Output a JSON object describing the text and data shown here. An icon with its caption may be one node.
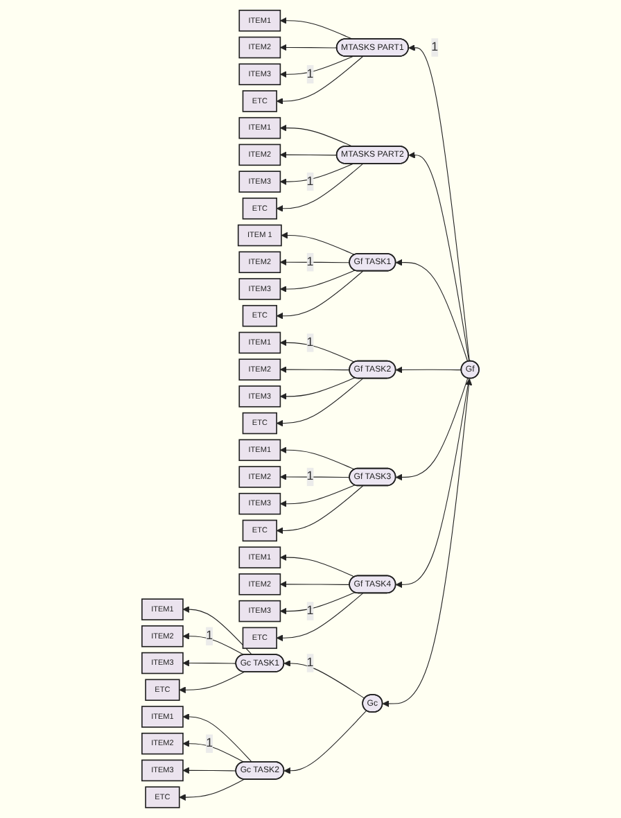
{
  "diagram": {
    "nodes": [
      {
        "text": [
          "MTASKS PART1"
        ]
      },
      {
        "text": [
          "ITEM1"
        ]
      },
      {
        "text": [
          "ITEM2"
        ]
      },
      {
        "text": [
          "ITEM3"
        ]
      },
      {
        "text": [
          "ETC"
        ]
      },
      {
        "text": [
          "MTASKS PART2"
        ]
      },
      {
        "text": [
          "ITEM1"
        ]
      },
      {
        "text": [
          "ITEM2"
        ]
      },
      {
        "text": [
          "ITEM3"
        ]
      },
      {
        "text": [
          "ETC"
        ]
      },
      {
        "text": [
          "Gf TASK1"
        ]
      },
      {
        "text": [
          "ITEM 1"
        ]
      },
      {
        "text": [
          "ITEM2"
        ]
      },
      {
        "text": [
          "ITEM3"
        ]
      },
      {
        "text": [
          "ETC"
        ]
      },
      {
        "text": [
          "Gf TASK2"
        ]
      },
      {
        "text": [
          "ITEM1"
        ]
      },
      {
        "text": [
          "ITEM2"
        ]
      },
      {
        "text": [
          "ITEM3"
        ]
      },
      {
        "text": [
          "ETC"
        ]
      },
      {
        "text": [
          "Gf TASK3"
        ]
      },
      {
        "text": [
          "ITEM1"
        ]
      },
      {
        "text": [
          "ITEM2"
        ]
      },
      {
        "text": [
          "ITEM3"
        ]
      },
      {
        "text": [
          "ETC"
        ]
      },
      {
        "text": [
          "Gf TASK4"
        ]
      },
      {
        "text": [
          "ITEM1"
        ]
      },
      {
        "text": [
          "ITEM2"
        ]
      },
      {
        "text": [
          "ITEM3"
        ]
      },
      {
        "text": [
          "ETC"
        ]
      },
      {
        "text": [
          "Gc TASK1"
        ]
      },
      {
        "text": [
          "ITEM1"
        ]
      },
      {
        "text": [
          "ITEM2"
        ]
      },
      {
        "text": [
          "ITEM3"
        ]
      },
      {
        "text": [
          "ETC"
        ]
      },
      {
        "text": [
          "Gc TASK2"
        ]
      },
      {
        "text": [
          "ITEM1"
        ]
      },
      {
        "text": [
          "ITEM2"
        ]
      },
      {
        "text": [
          "ITEM3"
        ]
      },
      {
        "text": [
          "ETC"
        ]
      },
      {
        "text": [
          "Gf"
        ]
      },
      {
        "text": [
          "Gc"
        ]
      }
    ],
    "edges": [
      {
        "from": 40,
        "to": 0,
        "arrow": "to",
        "label": "1"
      },
      {
        "from": 40,
        "to": 5,
        "arrow": "to"
      },
      {
        "from": 40,
        "to": 10,
        "arrow": "to"
      },
      {
        "from": 40,
        "to": 15,
        "arrow": "to"
      },
      {
        "from": 40,
        "to": 20,
        "arrow": "to"
      },
      {
        "from": 40,
        "to": 25,
        "arrow": "to"
      },
      {
        "from": 41,
        "to": 30,
        "arrow": "to",
        "label": "1"
      },
      {
        "from": 41,
        "to": 35,
        "arrow": "to"
      },
      {
        "from": 40,
        "to": 41,
        "arrow": "both"
      },
      {
        "from": 0,
        "to": 1,
        "arrow": "to"
      },
      {
        "from": 0,
        "to": 2,
        "arrow": "to"
      },
      {
        "from": 0,
        "to": 3,
        "arrow": "to",
        "label": "1"
      },
      {
        "from": 0,
        "to": 4,
        "arrow": "to"
      },
      {
        "from": 5,
        "to": 6,
        "arrow": "to"
      },
      {
        "from": 5,
        "to": 7,
        "arrow": "to"
      },
      {
        "from": 5,
        "to": 8,
        "arrow": "to",
        "label": "1"
      },
      {
        "from": 5,
        "to": 9,
        "arrow": "to"
      },
      {
        "from": 10,
        "to": 11,
        "arrow": "to"
      },
      {
        "from": 10,
        "to": 12,
        "arrow": "to",
        "label": "1"
      },
      {
        "from": 10,
        "to": 13,
        "arrow": "to"
      },
      {
        "from": 10,
        "to": 14,
        "arrow": "to"
      },
      {
        "from": 15,
        "to": 16,
        "arrow": "to",
        "label": "1"
      },
      {
        "from": 15,
        "to": 17,
        "arrow": "to"
      },
      {
        "from": 15,
        "to": 18,
        "arrow": "to"
      },
      {
        "from": 15,
        "to": 19,
        "arrow": "to"
      },
      {
        "from": 20,
        "to": 21,
        "arrow": "to"
      },
      {
        "from": 20,
        "to": 22,
        "arrow": "to",
        "label": "1"
      },
      {
        "from": 20,
        "to": 23,
        "arrow": "to"
      },
      {
        "from": 20,
        "to": 24,
        "arrow": "to"
      },
      {
        "from": 25,
        "to": 26,
        "arrow": "to"
      },
      {
        "from": 25,
        "to": 27,
        "arrow": "to"
      },
      {
        "from": 25,
        "to": 28,
        "arrow": "to",
        "label": "1"
      },
      {
        "from": 25,
        "to": 29,
        "arrow": "to"
      },
      {
        "from": 30,
        "to": 31,
        "arrow": "to"
      },
      {
        "from": 30,
        "to": 32,
        "arrow": "to",
        "label": "1"
      },
      {
        "from": 30,
        "to": 33,
        "arrow": "to"
      },
      {
        "from": 30,
        "to": 34,
        "arrow": "to"
      },
      {
        "from": 35,
        "to": 36,
        "arrow": "to"
      },
      {
        "from": 35,
        "to": 37,
        "arrow": "to",
        "label": "1"
      },
      {
        "from": 35,
        "to": 38,
        "arrow": "to"
      },
      {
        "from": 35,
        "to": 39,
        "arrow": "to"
      }
    ]
  }
}
